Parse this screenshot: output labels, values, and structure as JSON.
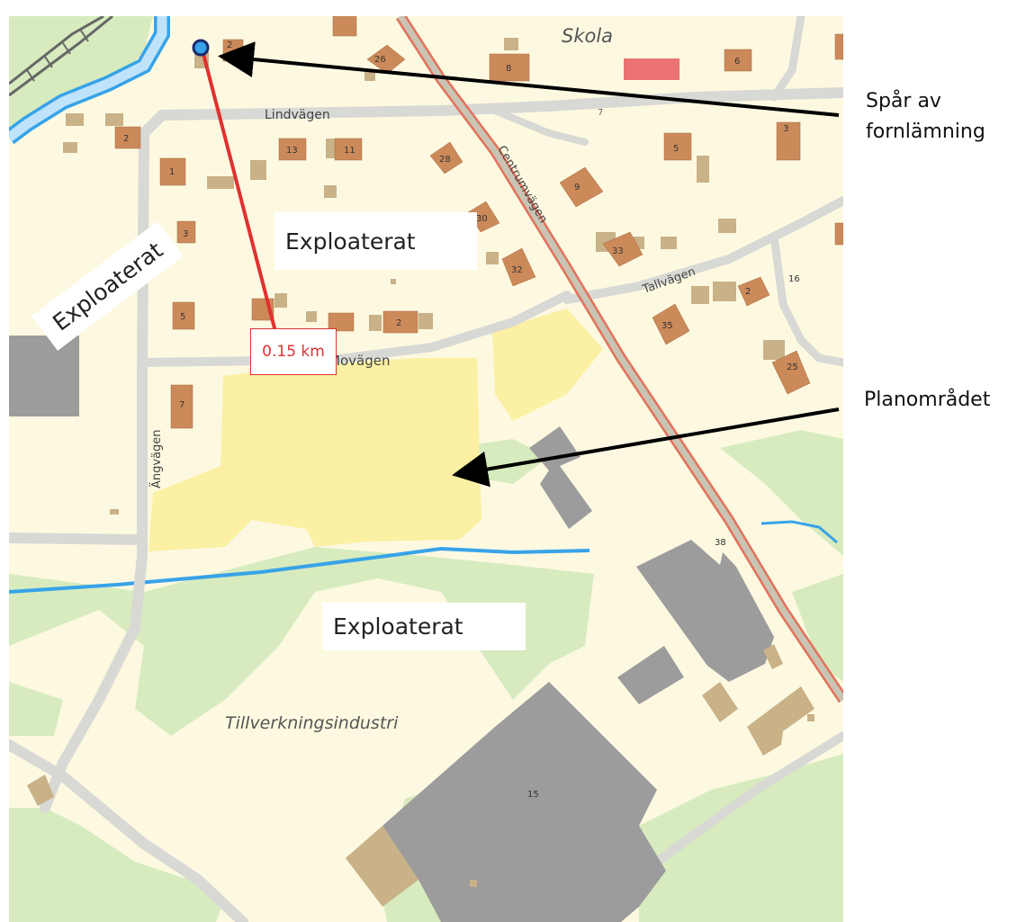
{
  "map": {
    "street_labels": {
      "lindvagen": "Lindvägen",
      "movagen": "Movägen",
      "angvagen": "Ängvägen",
      "centrumvagen": "Centrumvägen",
      "tallvagen": "Tallvägen",
      "skola": "Skola",
      "tillverkning": "Tillverkningsindustri"
    },
    "house_numbers": {
      "h2a": "2",
      "h2b": "2",
      "h2c": "2",
      "h1": "1",
      "h3a": "3",
      "h3b": "3",
      "h5a": "5",
      "h5b": "5",
      "h7": "7",
      "h7b": "7",
      "h8": "8",
      "h6": "6",
      "h9": "9",
      "h11": "11",
      "h13": "13",
      "h15": "15",
      "h16": "16",
      "h25": "25",
      "h26": "26",
      "h28": "28",
      "h30": "30",
      "h32": "32",
      "h33": "33",
      "h35": "35",
      "h38": "38"
    },
    "overlay_labels": {
      "exploaterat_center": "Exploaterat",
      "exploaterat_left": "Exploaterat",
      "exploaterat_bottom": "Exploaterat"
    },
    "measurement": "0.15 km"
  },
  "annotations": {
    "fornlamning": {
      "line1": "Spår av",
      "line2": "fornlämning"
    },
    "planomradet": "Planområdet"
  },
  "colors": {
    "background": "#fdf9e1",
    "forest": "#d7ebbf",
    "road": "#d8d8d4",
    "main_road": "#e2725b",
    "building_brown": "#cc8a5a",
    "building_tan": "#c9b188",
    "building_gray": "#9c9c9c",
    "water": "#37a3e8",
    "plan_area": "#fbf0a3",
    "measure_line": "#e03030",
    "school": "#eb7373"
  }
}
